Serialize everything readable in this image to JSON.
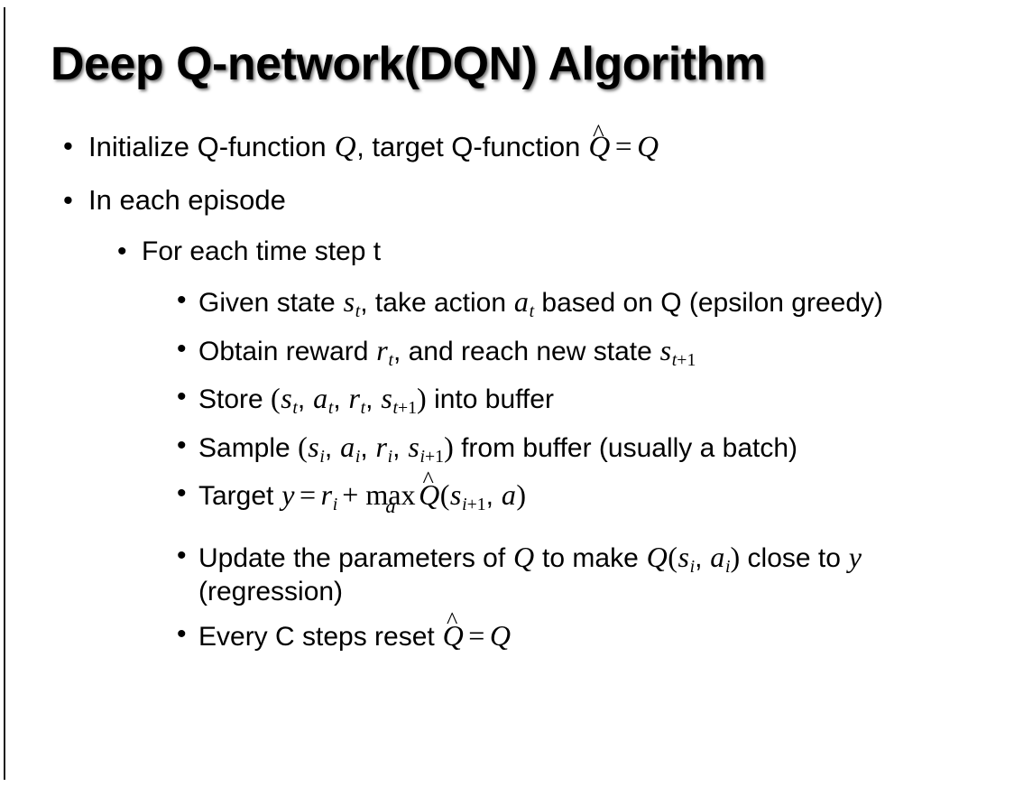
{
  "slide": {
    "title": "Deep Q-network(DQN) Algorithm",
    "background_color": "#ffffff",
    "text_color": "#000000",
    "edge_rule_color": "#1a1a1a"
  },
  "bullets": {
    "initialize": {
      "level": 1,
      "marker": "•",
      "parts": {
        "t1": "Initialize Q-function ",
        "q": "Q",
        "t2": ", target Q-function ",
        "qhat": "Q",
        "hat": "̂",
        "eq": "=",
        "q2": "Q"
      }
    },
    "in_each_episode": {
      "level": 1,
      "marker": "•",
      "text": "In each episode"
    },
    "for_each_time_step": {
      "level": 2,
      "marker": "•",
      "text": "For each time step t"
    },
    "given_state": {
      "level": 3,
      "marker": "•",
      "parts": {
        "t1": "Given state ",
        "s": "s",
        "s_sub": "t",
        "t2": ", take action ",
        "a": "a",
        "a_sub": "t",
        "t3": " based on Q (epsilon greedy)"
      }
    },
    "obtain_reward": {
      "level": 3,
      "marker": "•",
      "parts": {
        "t1": "Obtain reward ",
        "r": "r",
        "r_sub": "t",
        "t2": ", and reach new state ",
        "s": "s",
        "s_sub_var": "t",
        "s_sub_op": "+1"
      }
    },
    "store": {
      "level": 3,
      "marker": "•",
      "parts": {
        "t1": "Store ",
        "lparen": "(",
        "s": "s",
        "s_sub": "t",
        "c1": ", ",
        "a": "a",
        "a_sub": "t",
        "c2": ", ",
        "r": "r",
        "r_sub": "t",
        "c3": ", ",
        "s2": "s",
        "s2_sub_var": "t",
        "s2_sub_op": "+1",
        "rparen": ")",
        "t2": " into buffer"
      }
    },
    "sample": {
      "level": 3,
      "marker": "•",
      "parts": {
        "t1": "Sample ",
        "lparen": "(",
        "s": "s",
        "s_sub": "i",
        "c1": ", ",
        "a": "a",
        "a_sub": "i",
        "c2": ", ",
        "r": "r",
        "r_sub": "i",
        "c3": ", ",
        "s2": "s",
        "s2_sub_var": "i",
        "s2_sub_op": "+1",
        "rparen": ")",
        "t2": " from buffer (usually a batch)"
      }
    },
    "target": {
      "level": 3,
      "marker": "•",
      "parts": {
        "t1": "Target ",
        "y": "y",
        "eq": "=",
        "r": "r",
        "r_sub": "i",
        "plus": "+",
        "max": "max",
        "max_sub": "a",
        "qhat": "Q",
        "hat": "̂",
        "lparen": "(",
        "s": "s",
        "s_sub_var": "i",
        "s_sub_op": "+1",
        "c1": ", ",
        "a": "a",
        "rparen": ")"
      }
    },
    "update": {
      "level": 3,
      "marker": "•",
      "parts": {
        "t1": "Update the parameters of ",
        "q1": "Q",
        "t2": " to make ",
        "q2": "Q",
        "lparen": "(",
        "s": "s",
        "s_sub": "i",
        "c1": ", ",
        "a": "a",
        "a_sub": "i",
        "rparen": ")",
        "t3": " close to ",
        "y": "y",
        "t4": " (regression)"
      }
    },
    "every_c_steps": {
      "level": 3,
      "marker": "•",
      "parts": {
        "t1": "Every C steps reset ",
        "qhat": "Q",
        "hat": "̂",
        "eq": "=",
        "q": "Q"
      }
    }
  }
}
